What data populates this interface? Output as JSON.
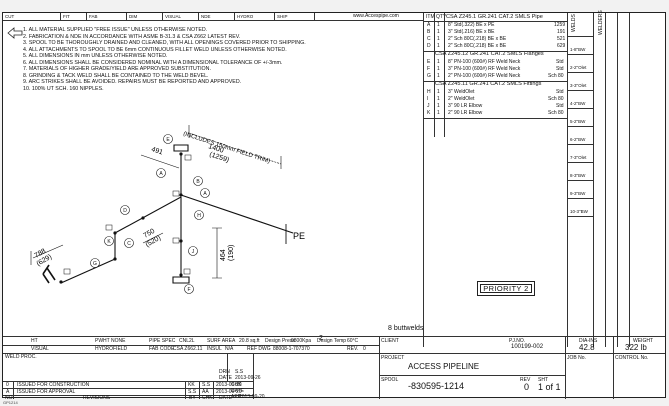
{
  "header": {
    "cells": [
      "CUT",
      "FIT",
      "FAB",
      "DIM",
      "VISUAL",
      "NDE",
      "HYDRO",
      "SHIP"
    ],
    "website": "www.Accespipe.com"
  },
  "notes": [
    "1. ALL MATERIAL SUPPLIED \"FREE ISSUE\" UNLESS OTHERWISE NOTED.",
    "2. FABRICATION & NDE IN ACCORDANCE WITH ASME B-31.3 & CSA Z662 LATEST REV.",
    "3. SPOOL TO BE THOROUGHLY DRAINED AND CLEANED, WITH ALL OPENINGS COVERED PRIOR TO SHIPPING.",
    "4. ALL ATTACHMENTS TO SPOOL TO BE 6mm CONTINUOUS FILLET WELD UNLESS OTHERWISE NOTED.",
    "5. ALL DIMENSIONS IN mm UNLESS OTHERWISE NOTED.",
    "6. ALL DIMENSIONS SHALL BE CONSIDERED NOMINAL WITH A DIMENSIONAL TOLERANCE OF +/-3mm.",
    "7. MATERIALS OF HIGHER GRADE/YIELD ARE APPROVED SUBSTITUTION.",
    "8. GRINDING & TACK WELD SHALL BE CONTAINED TO THE WELD BEVEL.",
    "9. ARC STRIKES SHALL BE AVOIDED. REPAIRS MUST BE REPORTED AND APPROVED.",
    "10. 100% UT SCH. 160 NIPPLES."
  ],
  "drawing": {
    "dims": {
      "field_trim": "(INCLUDES 150mm FIELD TRIM)",
      "d1400": "1400",
      "d1259": "(1259)",
      "d491": "491",
      "d750": "750",
      "d520": "(520)",
      "d788": "788",
      "d629": "(629)",
      "d464": "464",
      "d190": "(190)"
    },
    "pe_label": "PE",
    "balloons": [
      "B",
      "A",
      "D",
      "A",
      "C",
      "E",
      "F",
      "G",
      "H",
      "J",
      "K"
    ],
    "page_no": "2"
  },
  "bom": {
    "head_item": "ITM",
    "head_qty": "QTY",
    "sections": [
      {
        "title": "CSA Z245.1 GR.241 CAT.2 SMLS Pipe",
        "rows": [
          {
            "item": "A",
            "qty": "1",
            "desc": "8\" Std(.322) BE x PE",
            "extra": "1259"
          },
          {
            "item": "B",
            "qty": "1",
            "desc": "3\" Std(.216) BE x BE",
            "extra": "191"
          },
          {
            "item": "C",
            "qty": "1",
            "desc": "2\" Sch 80C(.218) BE x BE",
            "extra": "521"
          },
          {
            "item": "D",
            "qty": "1",
            "desc": "2\" Sch 80C(.218) BE x BE",
            "extra": "629"
          }
        ]
      },
      {
        "title": "CSA Z245.12 GR.241 CAT.2 SMLS Flanges",
        "rows": [
          {
            "item": "E",
            "qty": "1",
            "desc": "8\" PN-100 (600#) RF Weld Neck",
            "extra": "Std"
          },
          {
            "item": "F",
            "qty": "1",
            "desc": "3\" PN-100 (600#) RF Weld Neck",
            "extra": "Std"
          },
          {
            "item": "G",
            "qty": "1",
            "desc": "2\" PN-100 (600#) RF Weld Neck",
            "extra": "Sch 80"
          }
        ]
      },
      {
        "title": "CSA Z245.11 GR.241 CAT.2 SMLS Fittings",
        "rows": [
          {
            "item": "H",
            "qty": "1",
            "desc": "3\" WeldOlet",
            "extra": "Std"
          },
          {
            "item": "I",
            "qty": "1",
            "desc": "2\" WeldOlet",
            "extra": "Sch 80"
          },
          {
            "item": "J",
            "qty": "1",
            "desc": "3\" 90 LR Elbow",
            "extra": "Std"
          },
          {
            "item": "K",
            "qty": "1",
            "desc": "2\" 90 LR Elbow",
            "extra": "Sch 80"
          }
        ]
      }
    ],
    "welds_header": "WELDS",
    "welders_header": "WELDERS",
    "welds": [
      "1-8\"BW",
      "2-2\"Olet",
      "3-3\"Olet",
      "4-2\"BW",
      "5-2\"BW",
      "6-2\"BW",
      "7-3\"Olet",
      "8-3\"BW",
      "9-3\"BW",
      "10-3\"BW"
    ],
    "butt_welds": "8 buttwelds"
  },
  "priority": "PRIORITY 2",
  "title_block": {
    "row1": [
      "HT",
      "PWHT",
      "NONE",
      "PIPE SPEC",
      "CNL2L",
      "SURF AREA",
      "20.8 sq.ft",
      "Design Press",
      "9800Kpa",
      "Design Temp",
      "60°C"
    ],
    "row2": [
      "VISUAL",
      "HYDRO",
      "FIELD",
      "FAB CODE",
      "CSA Z662.11",
      "INSUL",
      "N/A",
      "REF DWG",
      "88008-1-707370",
      "REV.",
      "0"
    ],
    "weld_proc": "WELD PROC.",
    "revisions": [
      {
        "no": "0",
        "desc": "ISSUED FOR CONSTRUCTION",
        "by": "KK",
        "chk": "S.S",
        "date": "2013-09-20"
      },
      {
        "no": "A",
        "desc": "ISSUED FOR APPROVAL",
        "by": "S.S",
        "chk": "AA",
        "date": "2013-09-26"
      }
    ],
    "rev_footer": [
      "NO.",
      "REVISIONS",
      "BY",
      "CHK",
      "DATE"
    ],
    "sign": [
      {
        "label": "DRN",
        "value": "S.S"
      },
      {
        "label": "DATE",
        "value": "2013-09-26"
      },
      {
        "label": "CHK",
        "value": ""
      },
      {
        "label": "DATE",
        "value": ""
      },
      {
        "label": "APP",
        "value": ""
      },
      {
        "label": "DATE",
        "value": "2013-09-20"
      }
    ],
    "client_label": "CLIENT",
    "pjno_label": "PJ.NO.",
    "pjno": "100199-002",
    "project_label": "PROJECT",
    "project": "ACCESS PIPELINE",
    "spool_label": "SPOOL",
    "spool": "-830595-1214",
    "rev_label": "REV",
    "rev": "0",
    "sht_label": "SHT",
    "sht": "1 of 1",
    "dia_label": "DIA-INS",
    "dia": "42.8",
    "weight_label": "WEIGHT",
    "weight": "322 lb",
    "jobno_label": "JOB No.",
    "control_label": "CONTROL No."
  },
  "footer_tag": "GP1214"
}
